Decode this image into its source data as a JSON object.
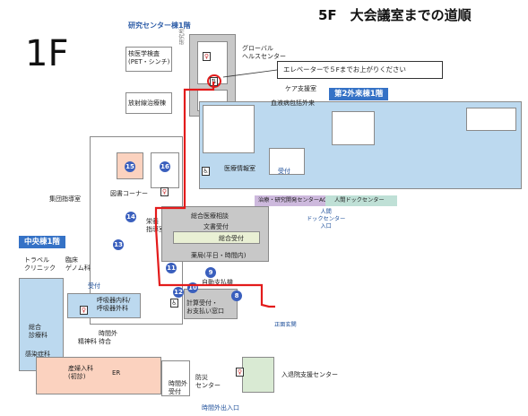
{
  "floor_label": "1F",
  "title": "5F　大会議室までの道順",
  "callout": "エレベーターで５Fまでお上がりください",
  "headers": {
    "research": "研究センター棟1階",
    "outpatient2": "第2外来棟1階",
    "central": "中央棟1階"
  },
  "labels": {
    "nuclear": "核医学検査\n(PET・シンチ)",
    "radiation": "放射線治療棟",
    "research_small": "研究所",
    "global": "グローバル\nヘルスセンター",
    "care": "ケア支援室",
    "blood": "血液病包括外来",
    "med_info": "医療情報室",
    "reception": "受付",
    "treatment_acc": "治療・研究開発センターACC",
    "dock": "人間ドックセンター",
    "dock_entrance": "人間\nドックセンター\n入口",
    "group": "集団指導室",
    "library": "図書コーナー",
    "nutrition": "栄養\n指導室",
    "general_consult": "総合医療相談",
    "docs": "文書受付",
    "general_reception": "総合受付",
    "pharmacy": "薬局(平日・時間内)",
    "autopay": "自動支払機",
    "calc": "計算受付・\nお支払い窓口",
    "travel": "トラベル\nクリニック",
    "genome": "臨床\nゲノム科",
    "resp": "呼吸器内科/\n呼吸器外科",
    "general_clinic": "総合\n診療科",
    "psych": "精神科",
    "wait": "時間外\n待合",
    "infect": "感染症科",
    "er": "ER",
    "er_admit": "産婦入科\n(初診)",
    "after_reception": "時間外\n受付",
    "disaster": "防災\nセンター",
    "admission": "入退院支援センター",
    "after_entrance": "時間外出入口",
    "south_entrance": "正面玄関",
    "uketsuke_central": "受付"
  },
  "numbers": [
    "8",
    "9",
    "10",
    "11",
    "12",
    "13",
    "14",
    "15",
    "16"
  ],
  "colors": {
    "route": "#e31b1b",
    "header_blue": "#3572c6",
    "header_teal": "#4fa0a8",
    "room_blue": "#bcd9ef",
    "room_gray": "#c8c8c8",
    "room_peach": "#fbd2bf",
    "room_light": "#ffffff",
    "acc_purple": "#cdb9dd",
    "dock_green": "#bfe0d6",
    "badge": "#3a5fbd"
  }
}
